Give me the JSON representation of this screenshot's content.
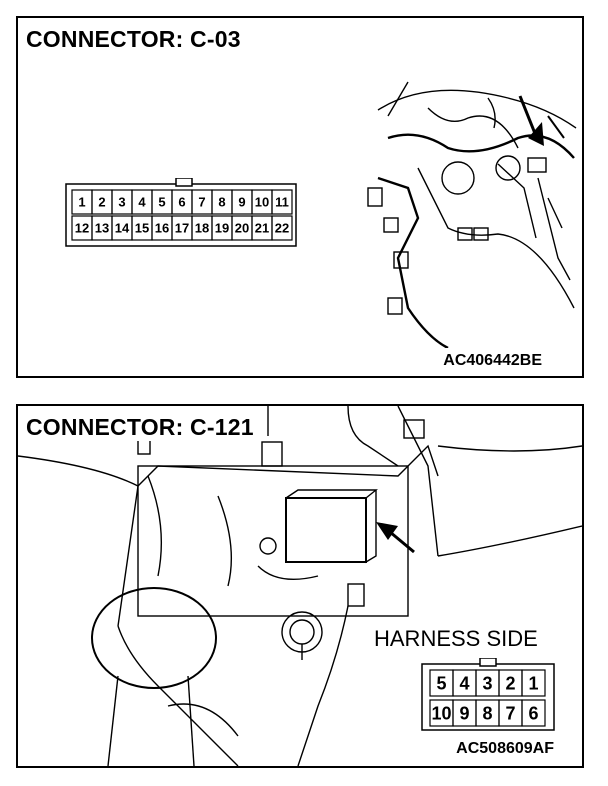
{
  "panels": [
    {
      "title": "CONNECTOR: C-03",
      "code": "AC406442BE",
      "pins_top": [
        "1",
        "2",
        "3",
        "4",
        "5",
        "6",
        "7",
        "8",
        "9",
        "10",
        "11"
      ],
      "pins_bottom": [
        "12",
        "13",
        "14",
        "15",
        "16",
        "17",
        "18",
        "19",
        "20",
        "21",
        "22"
      ]
    },
    {
      "title": "CONNECTOR: C-121",
      "code": "AC508609AF",
      "harness_label": "HARNESS SIDE",
      "pins_top": [
        "5",
        "4",
        "3",
        "2",
        "1"
      ],
      "pins_bottom": [
        "10",
        "9",
        "8",
        "7",
        "6"
      ]
    }
  ]
}
